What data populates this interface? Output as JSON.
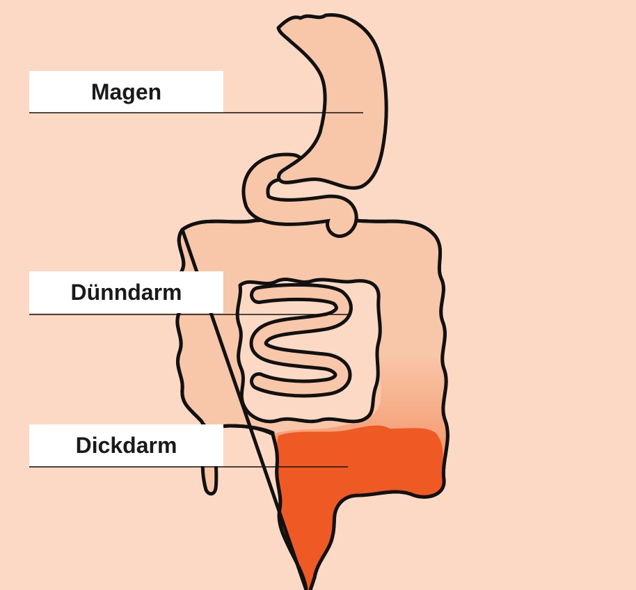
{
  "diagram": {
    "labels": {
      "stomach": "Magen",
      "small_intestine": "Dünndarm",
      "large_intestine": "Dickdarm"
    },
    "colors": {
      "background": "#fbd9c4",
      "organ_fill": "#f8c6a8",
      "highlight": "#ef5a24",
      "outline": "#111111",
      "label_box": "#ffffff"
    }
  }
}
